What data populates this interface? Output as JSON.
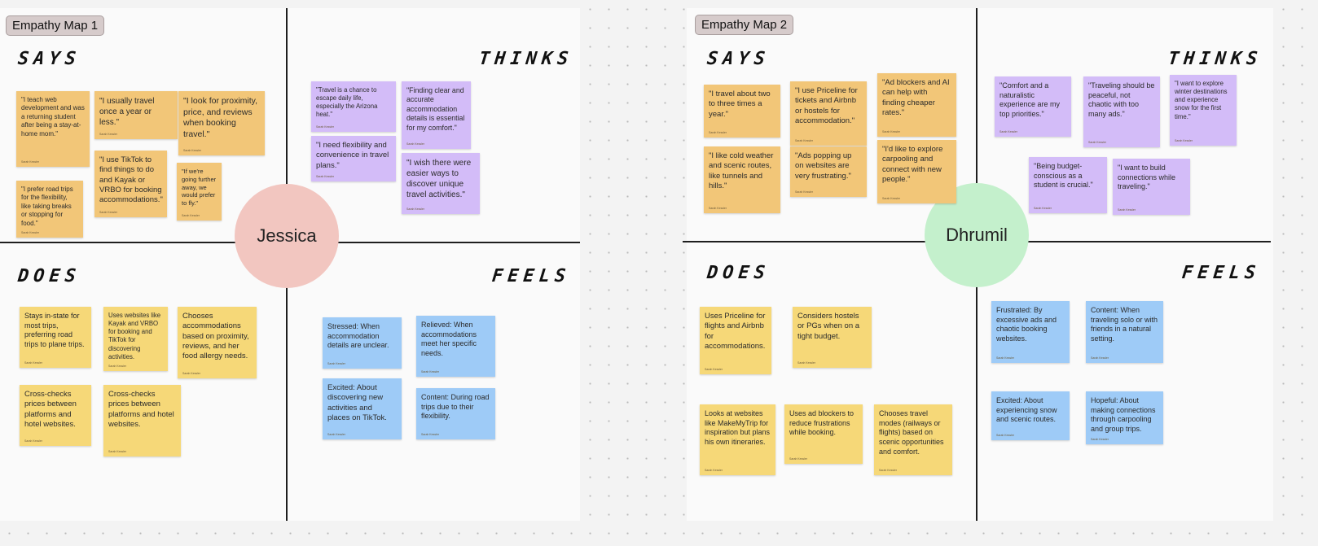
{
  "colors": {
    "says": "#f2c678",
    "thinks": "#d3bcf8",
    "does": "#f6d878",
    "feels": "#9ecbf7",
    "persona1": "#f2c6c0",
    "persona2": "#c4f0cc"
  },
  "quadrant_labels": {
    "says": "SAYS",
    "thinks": "THINKS",
    "does": "DOES",
    "feels": "FEELS"
  },
  "maps": [
    {
      "title": "Empathy Map 1",
      "persona": "Jessica",
      "says": [
        {
          "text": "\"I teach web development and was a returning student after being a stay-at-home mom.\"",
          "author": "Sarah Kessler"
        },
        {
          "text": "\"I usually travel once a year or less.\"",
          "author": "Sarah Kessler"
        },
        {
          "text": "\"I look for proximity, price, and reviews when booking travel.\"",
          "author": "Sarah Kessler"
        },
        {
          "text": "\"I use TikTok to find things to do and Kayak or VRBO for booking accommodations.\"",
          "author": "Sarah Kessler"
        },
        {
          "text": "\"I prefer road trips for the flexibility, like taking breaks or stopping for food.\"",
          "author": "Sarah Kessler"
        },
        {
          "text": "\"If we're going further away, we would prefer to fly.\"",
          "author": "Sarah Kessler"
        }
      ],
      "thinks": [
        {
          "text": "\"Travel is a chance to escape daily life, especially the Arizona heat.\"",
          "author": "Sarah Kessler"
        },
        {
          "text": "\"I need flexibility and convenience in travel plans.\"",
          "author": "Sarah Kessler"
        },
        {
          "text": "\"Finding clear and accurate accommodation details is essential for my comfort.\"",
          "author": "Sarah Kessler"
        },
        {
          "text": "\"I wish there were easier ways to discover unique travel activities.\"",
          "author": "Sarah Kessler"
        }
      ],
      "does": [
        {
          "text": "Stays in-state for most trips, preferring road trips to plane trips.",
          "author": "Sarah Kessler"
        },
        {
          "text": "Uses websites like Kayak and VRBO for booking and TikTok for discovering activities.",
          "author": "Sarah Kessler"
        },
        {
          "text": "Chooses accommodations based on proximity, reviews, and her food allergy needs.",
          "author": "Sarah Kessler"
        },
        {
          "text": "Cross-checks prices between platforms and hotel websites.",
          "author": "Sarah Kessler"
        },
        {
          "text": "Cross-checks prices between platforms and hotel websites.",
          "author": "Sarah Kessler"
        }
      ],
      "feels": [
        {
          "text": "Stressed: When accommodation details are unclear.",
          "author": "Sarah Kessler"
        },
        {
          "text": "Relieved: When accommodations meet her specific needs.",
          "author": "Sarah Kessler"
        },
        {
          "text": "Excited: About discovering new activities and places on TikTok.",
          "author": "Sarah Kessler"
        },
        {
          "text": "Content: During road trips due to their flexibility.",
          "author": "Sarah Kessler"
        }
      ]
    },
    {
      "title": "Empathy Map 2",
      "persona": "Dhrumil",
      "says": [
        {
          "text": "\"I travel about two to three times a year.\"",
          "author": "Sarah Kessler"
        },
        {
          "text": "\"I use Priceline for tickets and Airbnb or hostels for accommodation.\"",
          "author": "Sarah Kessler"
        },
        {
          "text": "\"Ad blockers and AI can help with finding cheaper rates.\"",
          "author": "Sarah Kessler"
        },
        {
          "text": "\"I like cold weather and scenic routes, like tunnels and hills.\"",
          "author": "Sarah Kessler"
        },
        {
          "text": "\"Ads popping up on websites are very frustrating.\"",
          "author": "Sarah Kessler"
        },
        {
          "text": "\"I'd like to explore carpooling and connect with new people.\"",
          "author": "Sarah Kessler"
        }
      ],
      "thinks": [
        {
          "text": "\"Comfort and a naturalistic experience are my top priorities.\"",
          "author": "Sarah Kessler"
        },
        {
          "text": "\"Traveling should be peaceful, not chaotic with too many ads.\"",
          "author": "Sarah Kessler"
        },
        {
          "text": "\"I want to explore winter destinations and experience snow for the first time.\"",
          "author": "Sarah Kessler"
        },
        {
          "text": "\"Being budget-conscious as a student is crucial.\"",
          "author": "Sarah Kessler"
        },
        {
          "text": "\"I want to build connections while traveling.\"",
          "author": "Sarah Kessler"
        }
      ],
      "does": [
        {
          "text": "Uses Priceline for flights and Airbnb for accommodations.",
          "author": "Sarah Kessler"
        },
        {
          "text": "Considers hostels or PGs when on a tight budget.",
          "author": "Sarah Kessler"
        },
        {
          "text": "Looks at websites like MakeMyTrip for inspiration but plans his own itineraries.",
          "author": "Sarah Kessler"
        },
        {
          "text": "Uses ad blockers to reduce frustrations while booking.",
          "author": "Sarah Kessler"
        },
        {
          "text": "Chooses travel modes (railways or flights) based on scenic opportunities and comfort.",
          "author": "Sarah Kessler"
        }
      ],
      "feels": [
        {
          "text": "Frustrated: By excessive ads and chaotic booking websites.",
          "author": "Sarah Kessler"
        },
        {
          "text": "Content: When traveling solo or with friends in a natural setting.",
          "author": "Sarah Kessler"
        },
        {
          "text": "Excited: About experiencing snow and scenic routes.",
          "author": "Sarah Kessler"
        },
        {
          "text": "Hopeful: About making connections through carpooling and group trips.",
          "author": "Sarah Kessler"
        }
      ]
    }
  ]
}
